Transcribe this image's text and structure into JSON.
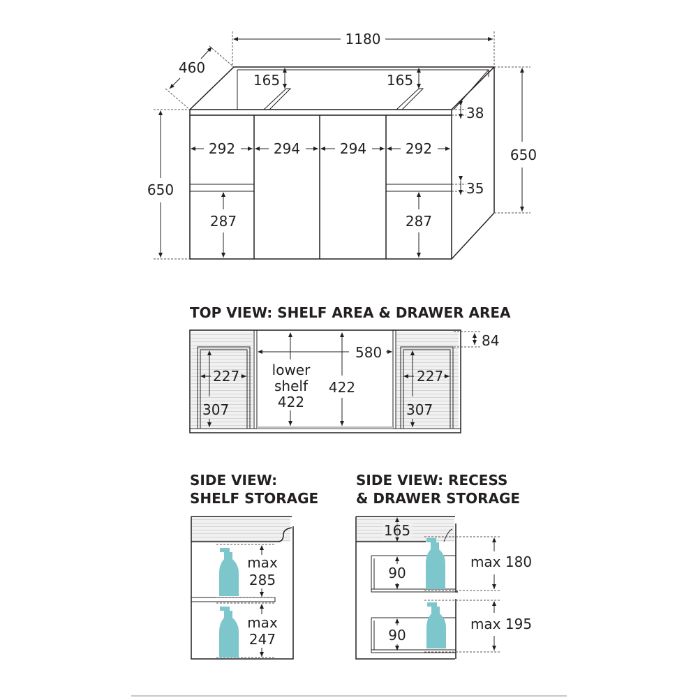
{
  "front_view": {
    "width": "1180",
    "depth": "460",
    "height_left": "650",
    "height_right": "650",
    "recess_left": "165",
    "recess_right": "165",
    "top_thickness": "38",
    "drawer_gap": "35",
    "widths": [
      "292",
      "294",
      "294",
      "292"
    ],
    "drawer_left": "287",
    "drawer_right": "287"
  },
  "top_view": {
    "title": "TOP VIEW: SHELF AREA & DRAWER AREA",
    "back_depth": "84",
    "center_width": "580",
    "lower_shelf_line1": "lower",
    "lower_shelf_line2": "shelf",
    "lower_shelf_value": "422",
    "center_depth": "422",
    "drawer_left_width": "227",
    "drawer_left_depth": "307",
    "drawer_right_width": "227",
    "drawer_right_depth": "307"
  },
  "side_shelf": {
    "title_line1": "SIDE VIEW:",
    "title_line2": "SHELF STORAGE",
    "upper_max_label": "max",
    "upper_max": "285",
    "lower_max_label": "max",
    "lower_max": "247"
  },
  "side_drawer": {
    "title_line1": "SIDE VIEW: RECESS",
    "title_line2": "& DRAWER STORAGE",
    "recess": "165",
    "upper_drawer": "90",
    "lower_drawer": "90",
    "upper_max": "max 180",
    "lower_max": "max 195"
  },
  "colors": {
    "bottle": "#7cc6cc",
    "line": "#231f20"
  }
}
